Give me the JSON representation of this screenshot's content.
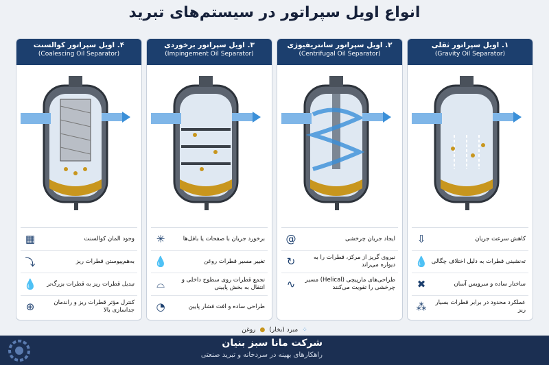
{
  "title": "انواع اویل سپراتور در سیستم‌های تبرید",
  "panels": [
    {
      "title_fa": "۱. اویل سپراتور ثقلی",
      "title_en": "(Gravity Oil Separator)",
      "features": [
        {
          "icon": "down-arrow-icon",
          "text": "کاهش سرعت جریان"
        },
        {
          "icon": "droplets-icon",
          "text": "ته‌نشینی قطرات به دلیل اختلاف چگالی"
        },
        {
          "icon": "tools-icon",
          "text": "ساختار ساده و سرویس آسان"
        },
        {
          "icon": "dots-icon",
          "text": "عملکرد محدود در برابر قطرات بسیار ریز"
        }
      ]
    },
    {
      "title_fa": "۲. اویل سپراتور سانتریفیوژی",
      "title_en": "(Centrifugal Oil Separator)",
      "features": [
        {
          "icon": "spiral-icon",
          "text": "ایجاد جریان چرخشی"
        },
        {
          "icon": "centrifugal-icon",
          "text": "نیروی گریز از مرکز، قطرات را به دیواره می‌راند"
        },
        {
          "icon": "helix-icon",
          "text": "طراحی‌های مارپیچی (Helical) مسیر چرخشی را تقویت می‌کنند"
        }
      ]
    },
    {
      "title_fa": "۳. اویل سپراتور برخوردی",
      "title_en": "(Impingement Oil Separator)",
      "features": [
        {
          "icon": "impact-icon",
          "text": "برخورد جریان با صفحات یا بافل‌ها"
        },
        {
          "icon": "drop-icon",
          "text": "تغییر مسیر قطرات روغن"
        },
        {
          "icon": "collect-icon",
          "text": "تجمع قطرات روی سطوح داخلی و انتقال به بخش پایینی"
        },
        {
          "icon": "gauge-icon",
          "text": "طراحی ساده و افت فشار پایین"
        }
      ]
    },
    {
      "title_fa": "۴. اویل سپراتور کوالسنت",
      "title_en": "(Coalescing Oil Separator)",
      "features": [
        {
          "icon": "mesh-icon",
          "text": "وجود المان کوالسنت"
        },
        {
          "icon": "merge-icon",
          "text": "به‌هم‌پیوستن قطرات ریز"
        },
        {
          "icon": "bigdrop-icon",
          "text": "تبدیل قطرات ریز به قطرات بزرگ‌تر"
        },
        {
          "icon": "target-icon",
          "text": "کنترل مؤثر قطرات ریز و راندمان جداسازی بالا"
        }
      ]
    }
  ],
  "legend": {
    "oil": "روغن",
    "refrigerant": "مبرد (بخار)"
  },
  "footer": {
    "company": "شرکت مانا سبز بنیان",
    "tagline": "راهکارهای بهینه در سردخانه و تبرید صنعتی"
  },
  "colors": {
    "header": "#1c3f6e",
    "footer": "#1b2f52",
    "oil": "#c8961e",
    "flow": "#3a8fd8"
  }
}
